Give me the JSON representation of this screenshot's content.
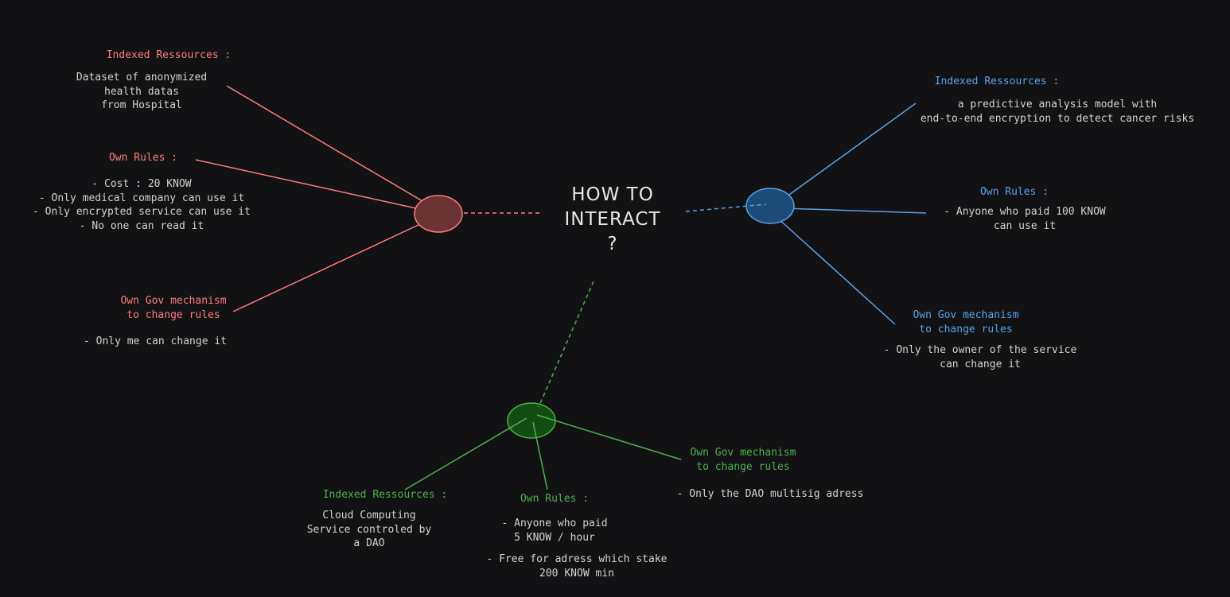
{
  "colors": {
    "background": "#121214",
    "red": "#ff7b7b",
    "red_fill": "#6a3434",
    "blue": "#5aa2e6",
    "blue_fill": "#1d4b78",
    "green": "#4fb04f",
    "green_fill": "#124d12",
    "text": "#d2d2d2"
  },
  "center": {
    "title": "HOW TO\nINTERACT\n?"
  },
  "red_node": {
    "indexed_title": "Indexed Ressources :",
    "indexed_body": "Dataset of anonymized\nhealth datas\nfrom Hospital",
    "rules_title": "Own Rules :",
    "rules_body": "- Cost : 20 KNOW\n- Only medical company can use it\n- Only encrypted service can use it\n- No one can read it",
    "gov_title": "Own Gov mechanism\nto change rules",
    "gov_body": "- Only me can change it"
  },
  "blue_node": {
    "indexed_title": "Indexed Ressources :",
    "indexed_body": "a predictive analysis model with\nend-to-end encryption to detect cancer risks",
    "rules_title": "Own Rules :",
    "rules_body": "- Anyone who paid 100 KNOW\ncan use it",
    "gov_title": "Own Gov mechanism\nto change rules",
    "gov_body": "- Only the owner of the service\ncan change it"
  },
  "green_node": {
    "indexed_title": "Indexed Ressources :",
    "indexed_body": "Cloud Computing\nService controled by\na DAO",
    "rules_title": "Own Rules :",
    "rules_body_1": "- Anyone who paid\n5 KNOW / hour",
    "rules_body_2": "- Free for adress which stake\n200 KNOW min",
    "gov_title": "Own Gov mechanism\nto change rules",
    "gov_body": "- Only the DAO multisig adress"
  }
}
